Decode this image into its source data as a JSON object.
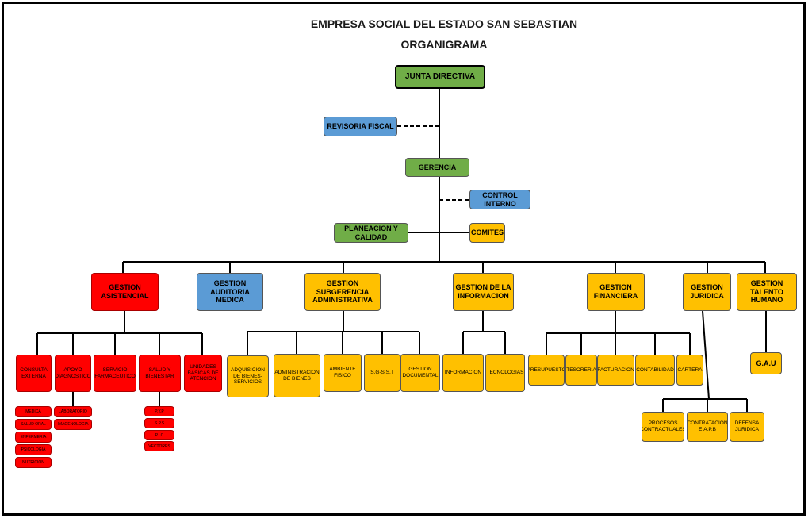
{
  "title": "EMPRESA SOCIAL DEL ESTADO SAN  SEBASTIAN",
  "subtitle": "ORGANIGRAMA",
  "colors": {
    "green": "#70ad47",
    "blue": "#5b9bd5",
    "yellow": "#ffc000",
    "red": "#ff0000"
  },
  "top": {
    "junta": "JUNTA DIRECTIVA",
    "revisoria": "REVISORIA FISCAL",
    "gerencia": "GERENCIA",
    "control": "CONTROL INTERNO",
    "planeacion": "PLANEACION Y CALIDAD",
    "comites": "COMITES"
  },
  "areas": {
    "asistencial": "GESTION ASISTENCIAL",
    "auditoria": "GESTION AUDITORIA MEDICA",
    "subgerencia": "GESTION SUBGERENCIA ADMINISTRATIVA",
    "informacion": "GESTION DE LA INFORMACION",
    "financiera": "GESTION FINANCIERA",
    "juridica": "GESTION JURIDICA",
    "talento": "GESTION TALENTO HUMANO"
  },
  "asistencial_units": {
    "consulta": "CONSULTA EXTERNA",
    "apoyo": "APOYO DIAGNOSTICO",
    "farmaceutico": "SERVICIO FARMACEUTICO",
    "salud": "SALUD Y BIENESTAR",
    "unidades": "UNIDADES BASICAS DE ATENCION"
  },
  "consulta_items": [
    "MEDICA",
    "SALUD ORAL",
    "ENFERMERIA",
    "PSICOLOGIA",
    "NUTRICION"
  ],
  "apoyo_items": [
    "LABORATORIO",
    "IMAGENOLOGIA"
  ],
  "salud_items": [
    "P.Y.P",
    "S.P.S",
    "P.I.C",
    "VECTORES"
  ],
  "subgerencia_units": {
    "adquisicion": "ADQUISICION DE BIENES- SERVICIOS",
    "administracion": "ADMINISTRACION DE BIENES",
    "ambiente": "AMBIENTE FISICO",
    "sgsst": "S.G-S.S.T",
    "documental": "GESTION DOCUMENTAL"
  },
  "informacion_units": {
    "informacion": "INFORMACION",
    "tecnologias": "TECNOLOGIAS"
  },
  "financiera_units": {
    "presupuesto": "PRESUPUESTO",
    "tesoreria": "TESORERIA",
    "facturacion": "FACTURACION",
    "contabilidad": "CONTABILIDAD",
    "cartera": "CARTERA"
  },
  "juridica_units": {
    "procesos": "PROCESOS CONTRACTUALES",
    "contratacion": "CONTRATACION E.A.P.B",
    "defensa": "DEFENSA JURIDICA"
  },
  "talento_units": {
    "gau": "G.A.U"
  }
}
